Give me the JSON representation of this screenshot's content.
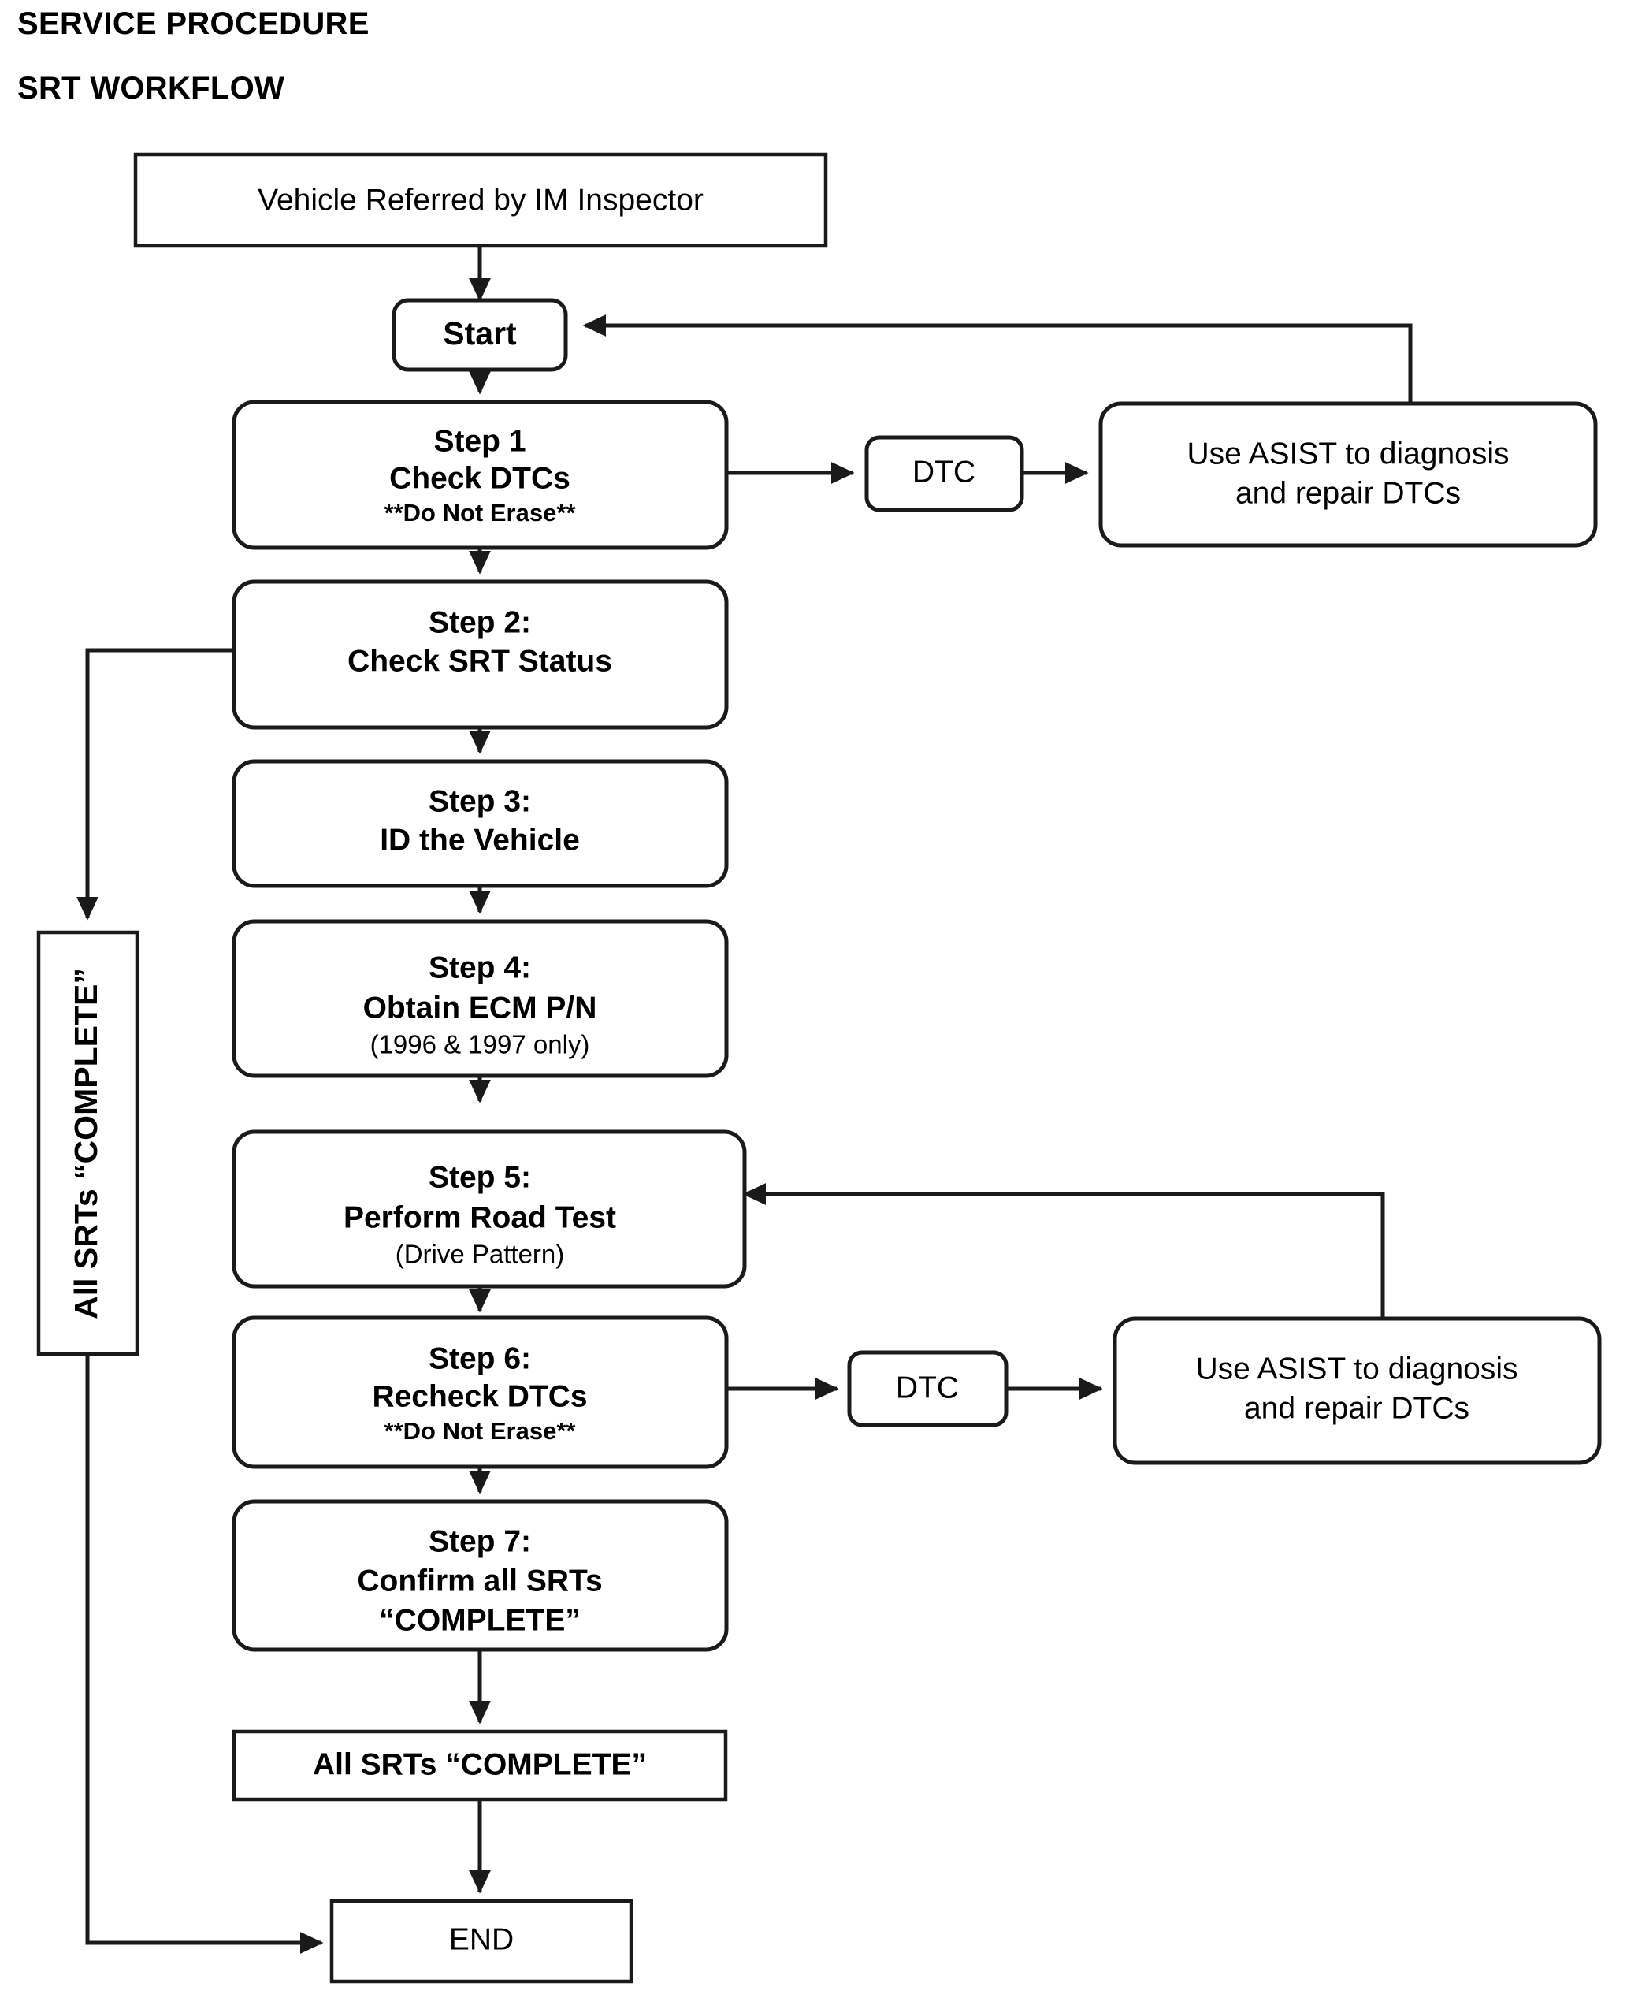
{
  "document": {
    "heading_line1": "SERVICE PROCEDURE",
    "heading_line2": "SRT WORKFLOW"
  },
  "diagram": {
    "type": "flowchart",
    "orientation": "top-to-bottom",
    "nodes": {
      "vehicle_referred": {
        "label": "Vehicle Referred by IM Inspector",
        "shape": "rectangle"
      },
      "start": {
        "label": "Start",
        "shape": "rounded-rectangle"
      },
      "step1": {
        "shape": "rounded-rectangle",
        "line1": "Step 1",
        "line2": "Check DTCs",
        "line3": "**Do Not Erase**"
      },
      "dtc_1": {
        "label": "DTC",
        "shape": "rounded-rectangle"
      },
      "asist_1": {
        "shape": "rounded-rectangle",
        "line1": "Use ASIST to diagnosis",
        "line2": "and repair DTCs"
      },
      "step2": {
        "shape": "rounded-rectangle",
        "line1": "Step 2:",
        "line2": "Check SRT Status"
      },
      "step3": {
        "shape": "rounded-rectangle",
        "line1": "Step 3:",
        "line2": "ID the Vehicle"
      },
      "step4": {
        "shape": "rounded-rectangle",
        "line1": "Step 4:",
        "line2": "Obtain ECM P/N",
        "line3": "(1996 & 1997 only)"
      },
      "step5": {
        "shape": "rounded-rectangle",
        "line1": "Step 5:",
        "line2": "Perform Road Test",
        "line3": "(Drive Pattern)"
      },
      "step6": {
        "shape": "rounded-rectangle",
        "line1": "Step 6:",
        "line2": "Recheck DTCs",
        "line3": "**Do Not Erase**"
      },
      "dtc_2": {
        "label": "DTC",
        "shape": "rounded-rectangle"
      },
      "asist_2": {
        "shape": "rounded-rectangle",
        "line1": "Use ASIST to diagnosis",
        "line2": "and repair DTCs"
      },
      "step7": {
        "shape": "rounded-rectangle",
        "line1": "Step 7:",
        "line2": "Confirm all SRTs",
        "line3": "“COMPLETE”"
      },
      "all_srts_complete": {
        "label": "All SRTs “COMPLETE”",
        "shape": "rectangle"
      },
      "end": {
        "label": "END",
        "shape": "rectangle"
      },
      "branch_all_srts_complete": {
        "label": "All SRTs “COMPLETE”",
        "shape": "rectangle",
        "orientation": "vertical-rotated-90ccw"
      }
    },
    "edges": [
      {
        "from": "vehicle_referred",
        "to": "start"
      },
      {
        "from": "start",
        "to": "step1"
      },
      {
        "from": "step1",
        "to": "dtc_1"
      },
      {
        "from": "dtc_1",
        "to": "asist_1"
      },
      {
        "from": "asist_1",
        "to": "start",
        "style": "feedback-loop-right"
      },
      {
        "from": "step1",
        "to": "step2"
      },
      {
        "from": "step2",
        "to": "branch_all_srts_complete",
        "style": "branch-left"
      },
      {
        "from": "step2",
        "to": "step3"
      },
      {
        "from": "step3",
        "to": "step4"
      },
      {
        "from": "step4",
        "to": "step5"
      },
      {
        "from": "step5",
        "to": "step6"
      },
      {
        "from": "step6",
        "to": "dtc_2"
      },
      {
        "from": "dtc_2",
        "to": "asist_2"
      },
      {
        "from": "asist_2",
        "to": "step5",
        "style": "feedback-loop-right"
      },
      {
        "from": "step6",
        "to": "step7"
      },
      {
        "from": "step7",
        "to": "all_srts_complete"
      },
      {
        "from": "all_srts_complete",
        "to": "end"
      },
      {
        "from": "branch_all_srts_complete",
        "to": "end",
        "style": "branch-left"
      }
    ],
    "colors": {
      "stroke": "#1a1a1a",
      "fill": "#ffffff",
      "text": "#000000",
      "background": "#ffffff"
    }
  }
}
